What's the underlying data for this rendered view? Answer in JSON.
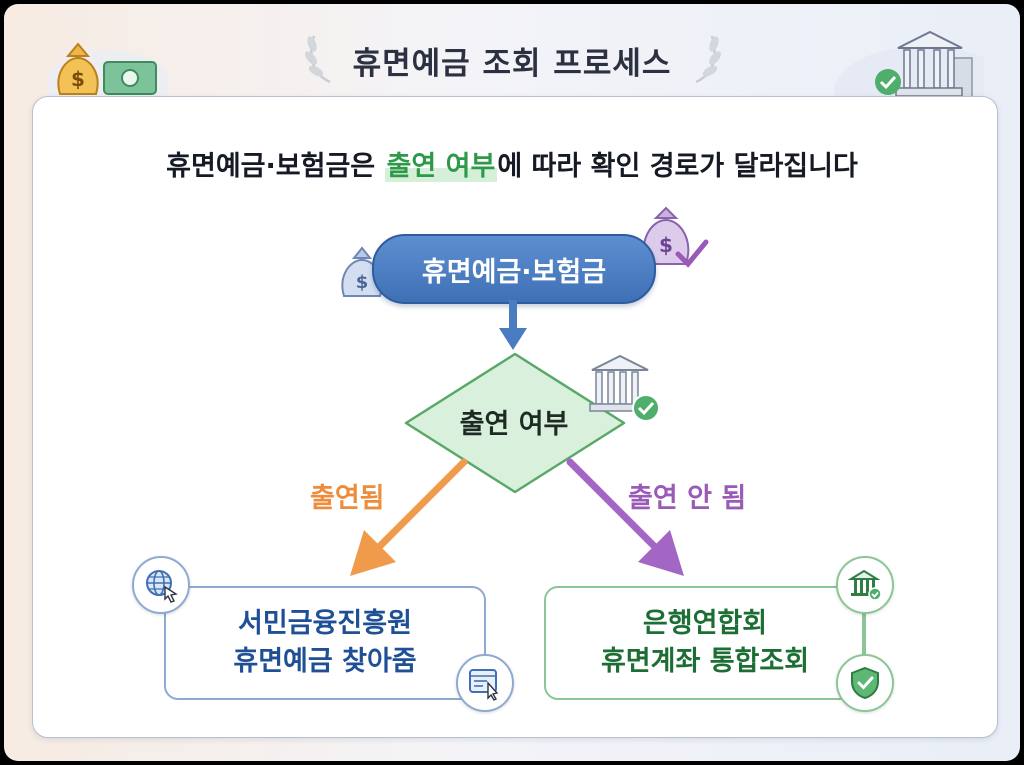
{
  "header": {
    "title": "휴면예금 조회 프로세스"
  },
  "subtitle": {
    "before": "휴면예금·보험금은 ",
    "highlight": "출연 여부",
    "after": "에 따라 확인 경로가 달라집니다"
  },
  "flow": {
    "start": "휴면예금·보험금",
    "decision": "출연 여부",
    "branch_yes": "출연됨",
    "branch_no": "출연 안 됨",
    "result_left": {
      "line1": "서민금융진흥원",
      "line2": "휴면예금 찾아줌"
    },
    "result_right": {
      "line1": "은행연합회",
      "line2": "휴면계좌 통합조회"
    }
  },
  "colors": {
    "start_blue": "#4a7cc2",
    "decision_green": "#2e9a49",
    "branch_orange": "#ee8c3b",
    "branch_purple": "#9a5ab8"
  },
  "icons": [
    "money-bag-icon",
    "bank-icon",
    "check-icon",
    "globe-icon",
    "cursor-icon",
    "shield-check-icon",
    "laurel-icon"
  ]
}
